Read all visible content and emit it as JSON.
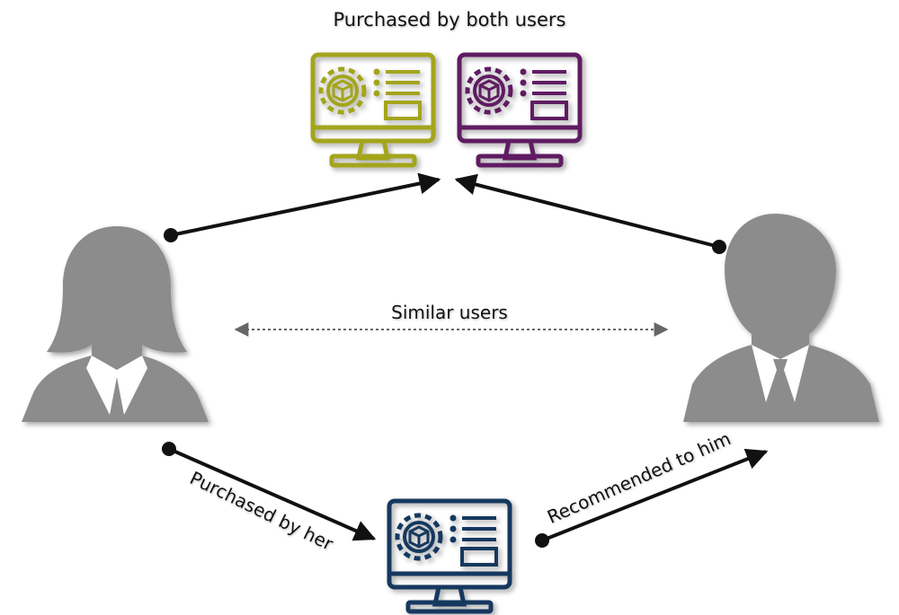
{
  "labels": {
    "purchased_by_both": "Purchased by both users",
    "similar_users": "Similar users",
    "purchased_by_her": "Purchased by her",
    "recommended_to_him": "Recommended to him"
  },
  "colors": {
    "monitor_left": "#a3a51b",
    "monitor_right": "#5f1c62",
    "monitor_bottom": "#12375f",
    "person": "#8c8c8c",
    "arrow": "#111111",
    "similar_arrow": "#666666"
  },
  "icons": {
    "monitor": "monitor-gear-icon",
    "woman": "woman-user-icon",
    "man": "man-user-icon"
  }
}
